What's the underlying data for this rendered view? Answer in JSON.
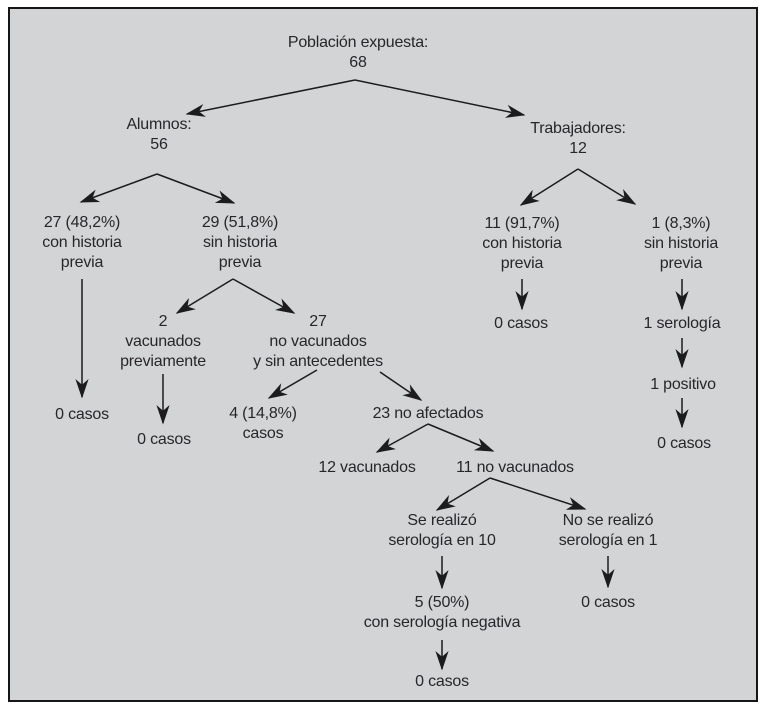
{
  "diagram": {
    "colors": {
      "background": "#d3d4d6",
      "border": "#161617",
      "line": "#1c1c1e",
      "text": "#27272a"
    },
    "nodes": {
      "poblacion": {
        "lines": [
          "Población expuesta:",
          "68"
        ]
      },
      "alumnos": {
        "lines": [
          "Alumnos:",
          "56"
        ]
      },
      "trabajadores": {
        "lines": [
          "Trabajadores:",
          "12"
        ]
      },
      "alumnos_con_historia": {
        "lines": [
          "27 (48,2%)",
          "con historia",
          "previa"
        ]
      },
      "alumnos_sin_historia": {
        "lines": [
          "29 (51,8%)",
          "sin historia",
          "previa"
        ]
      },
      "alumnos_con_historia_casos": {
        "lines": [
          "0 casos"
        ]
      },
      "vacunados_previamente": {
        "lines": [
          "2",
          "vacunados",
          "previamente"
        ]
      },
      "vacunados_previamente_casos": {
        "lines": [
          "0 casos"
        ]
      },
      "no_vacunados_sin_antecedentes": {
        "lines": [
          "27",
          "no vacunados",
          "y sin antecedentes"
        ]
      },
      "casos_4": {
        "lines": [
          "4 (14,8%)",
          "casos"
        ]
      },
      "no_afectados": {
        "lines": [
          "23 no afectados"
        ]
      },
      "vacunados_12": {
        "lines": [
          "12 vacunados"
        ]
      },
      "no_vacunados_11": {
        "lines": [
          "11 no vacunados"
        ]
      },
      "se_realizo_serologia": {
        "lines": [
          "Se realizó",
          "serología en 10"
        ]
      },
      "no_se_realizo_serologia": {
        "lines": [
          "No se realizó",
          "serología en 1"
        ]
      },
      "serologia_negativa": {
        "lines": [
          "5 (50%)",
          "con serología negativa"
        ]
      },
      "serologia_negativa_casos": {
        "lines": [
          "0 casos"
        ]
      },
      "no_se_realizo_casos": {
        "lines": [
          "0 casos"
        ]
      },
      "trabajadores_con_historia": {
        "lines": [
          "11 (91,7%)",
          "con historia",
          "previa"
        ]
      },
      "trabajadores_sin_historia": {
        "lines": [
          "1 (8,3%)",
          "sin historia",
          "previa"
        ]
      },
      "trabajadores_con_historia_casos": {
        "lines": [
          "0 casos"
        ]
      },
      "serologia_1": {
        "lines": [
          "1 serología"
        ]
      },
      "positivo_1": {
        "lines": [
          "1 positivo"
        ]
      },
      "trabajadores_sin_historia_casos": {
        "lines": [
          "0 casos"
        ]
      }
    }
  }
}
